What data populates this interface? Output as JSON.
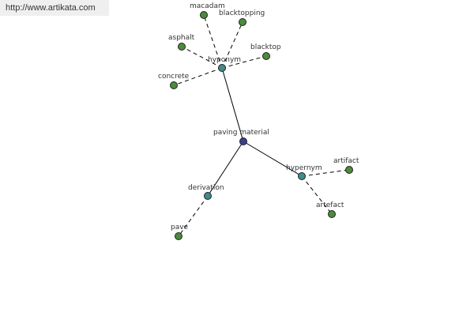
{
  "header": {
    "url": "http://www.artikata.com"
  },
  "colors": {
    "root": "#3b3f8f",
    "relation": "#3e8c8c",
    "leaf": "#4c8a3c"
  },
  "graph": {
    "root": "paving material",
    "relations": [
      {
        "id": "hyponym",
        "label": "hyponym",
        "terms": [
          "macadam",
          "blacktopping",
          "asphalt",
          "blacktop",
          "concrete"
        ]
      },
      {
        "id": "hypernym",
        "label": "hypernym",
        "terms": [
          "artifact",
          "artefact"
        ]
      },
      {
        "id": "derivation",
        "label": "derivation",
        "terms": [
          "pave"
        ]
      }
    ]
  }
}
